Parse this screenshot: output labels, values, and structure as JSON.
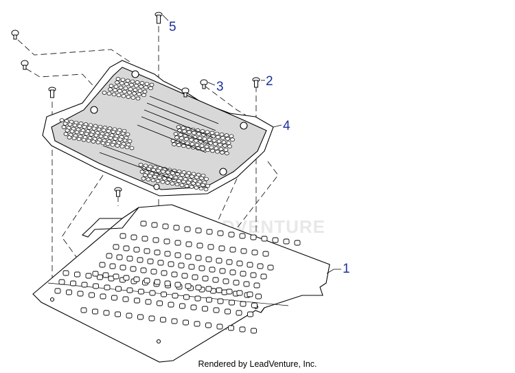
{
  "diagram": {
    "callouts": [
      {
        "id": "callout-1",
        "label": "1"
      },
      {
        "id": "callout-2",
        "label": "2"
      },
      {
        "id": "callout-3",
        "label": "3"
      },
      {
        "id": "callout-4",
        "label": "4"
      },
      {
        "id": "callout-5",
        "label": "5"
      }
    ],
    "watermark": "LEADVENTURE",
    "footer": "Rendered by LeadVenture, Inc."
  },
  "colors": {
    "line": "#000000",
    "callout": "#1a2f9e",
    "watermark": "#e8e8e8"
  }
}
